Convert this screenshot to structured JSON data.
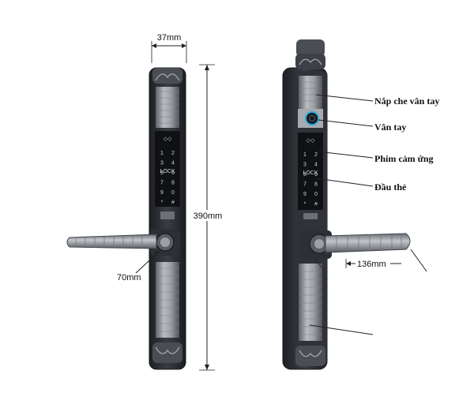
{
  "dimensions": {
    "width": "37mm",
    "height": "390mm",
    "handle_drop": "70mm",
    "handle_length": "136mm"
  },
  "callouts": [
    {
      "id": "cover",
      "label": "Nắp che vân tay"
    },
    {
      "id": "fingerprint",
      "label": "Vân tay"
    },
    {
      "id": "touch-keypad",
      "label": "Phím cảm ứng"
    },
    {
      "id": "card-reader",
      "label": "Đầu thẻ"
    }
  ],
  "keypad": {
    "keys": [
      "1",
      "2",
      "3",
      "4",
      "5",
      "6",
      "7",
      "8",
      "9",
      "0",
      "*",
      "#"
    ],
    "center_mark": "LOCK"
  },
  "colors": {
    "body_dark": "#2b2e33",
    "body_metal": "#8c9096",
    "keypad_black": "#101114",
    "fingerprint_ring": "#2aa7d8"
  }
}
